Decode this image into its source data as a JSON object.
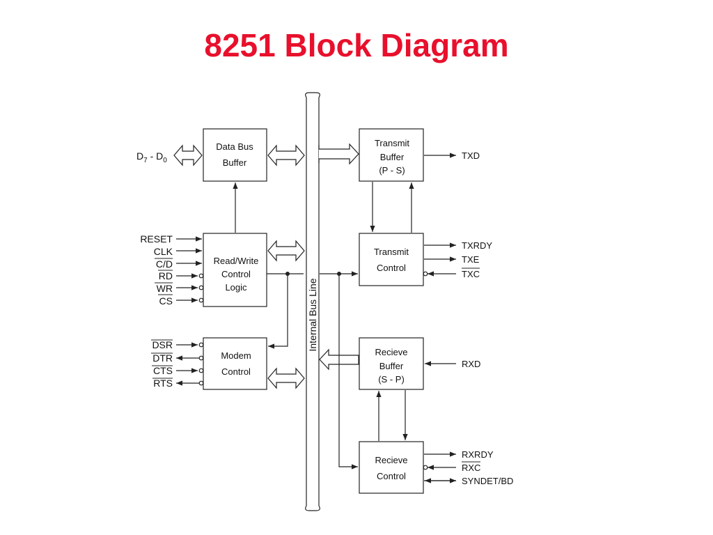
{
  "title": "8251 Block Diagram",
  "colors": {
    "title": "#e8102c",
    "line": "#222222"
  },
  "bus": {
    "label": "Internal Bus Line"
  },
  "blocks": {
    "data_bus_buffer": [
      "Data Bus",
      "Buffer"
    ],
    "rw_control": [
      "Read/Write",
      "Control",
      "Logic"
    ],
    "modem_control": [
      "Modem",
      "Control"
    ],
    "transmit_buffer": [
      "Transmit",
      "Buffer",
      "(P - S)"
    ],
    "transmit_control": [
      "Transmit",
      "Control"
    ],
    "receive_buffer": [
      "Recieve",
      "Buffer",
      "(S - P)"
    ],
    "receive_control": [
      "Recieve",
      "Control"
    ]
  },
  "data_bus_label": {
    "main": "D",
    "sub1": "7",
    "mid": " - D",
    "sub2": "0"
  },
  "signals": {
    "rw": [
      "RESET",
      "CLK",
      "C/D",
      "RD",
      "WR",
      "CS"
    ],
    "modem": [
      "DSR",
      "DTR",
      "CTS",
      "RTS"
    ],
    "txd": "TXD",
    "tx_control": [
      "TXRDY",
      "TXE",
      "TXC"
    ],
    "rxd": "RXD",
    "rx_control": [
      "RXRDY",
      "RXC",
      "SYNDET/BD"
    ]
  }
}
